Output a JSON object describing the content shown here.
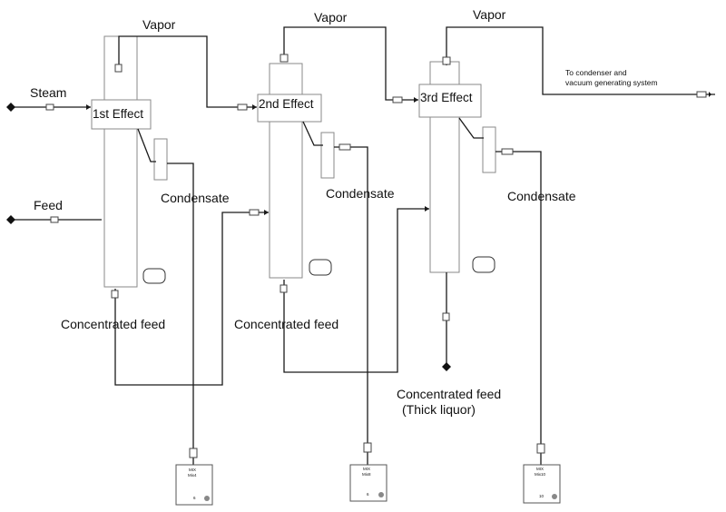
{
  "diagram": {
    "effects": [
      {
        "label": "1st Effect",
        "vapor": "Vapor",
        "condensate": "Condensate",
        "concentrated": "Concentrated feed",
        "mixer_line1": "MIX",
        "mixer_line2": "Mix4",
        "mixer_num": "6"
      },
      {
        "label": "2nd Effect",
        "vapor": "Vapor",
        "condensate": "Condensate",
        "concentrated": "Concentrated feed",
        "mixer_line1": "MIX",
        "mixer_line2": "Mix8",
        "mixer_num": "6"
      },
      {
        "label": "3rd Effect",
        "vapor": "Vapor",
        "condensate": "Condensate",
        "mixer_line1": "MIX",
        "mixer_line2": "Mix10",
        "mixer_num": "10"
      }
    ],
    "steam_label": "Steam",
    "feed_label": "Feed",
    "condenser_label_line1": "To condenser and",
    "condenser_label_line2": "vacuum generating system",
    "final_product_line1": "Concentrated feed",
    "final_product_line2": "(Thick liquor)"
  }
}
